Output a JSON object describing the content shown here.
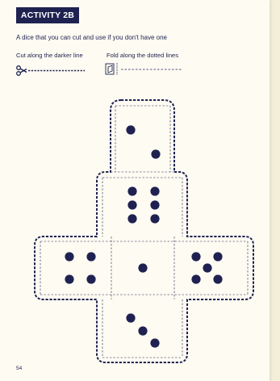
{
  "title": "ACTIVITY 2B",
  "subtitle": "A dice that you can cut and use if you don't have one",
  "instructions": {
    "cut": "Cut along the darker line",
    "fold": "Fold along the dotted lines"
  },
  "icons": {
    "cut": "scissors-icon",
    "fold": "fold-icon"
  },
  "colors": {
    "ink": "#1f2251",
    "paper": "#fdfbf2",
    "background": "#f4efd9"
  },
  "dice_faces": [
    {
      "face": "top",
      "pips": 2
    },
    {
      "face": "upper-middle",
      "pips": 6
    },
    {
      "face": "left",
      "pips": 4
    },
    {
      "face": "center",
      "pips": 1
    },
    {
      "face": "right",
      "pips": 5
    },
    {
      "face": "bottom",
      "pips": 3
    }
  ],
  "page_number": "54"
}
